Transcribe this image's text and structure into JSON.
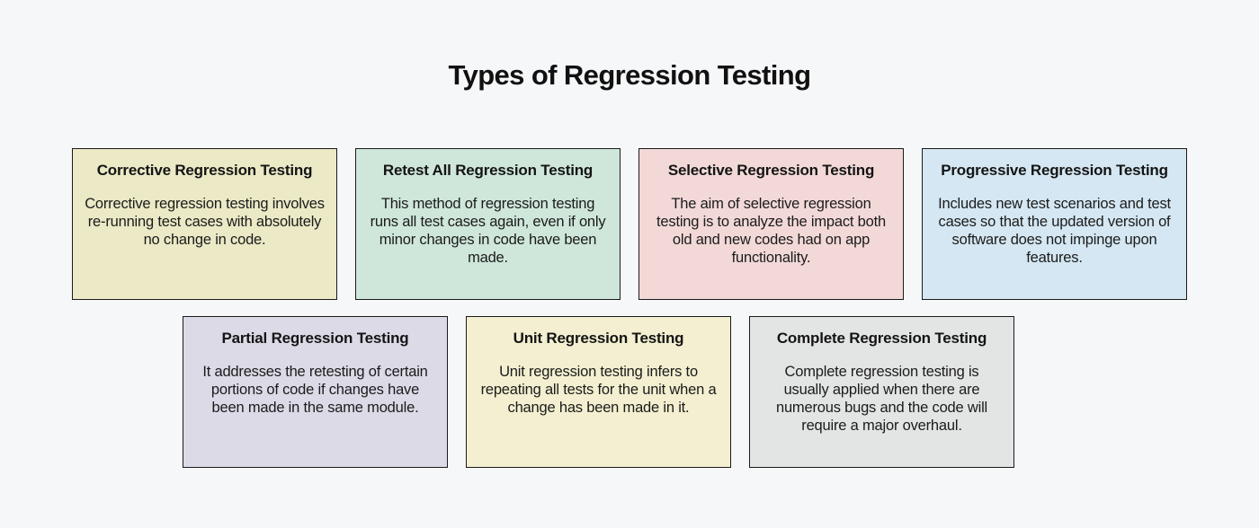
{
  "page": {
    "title": "Types of Regression Testing",
    "background_color": "#f6f7f9",
    "border_color": "#1a1a1a",
    "text_color": "#1b1b1b"
  },
  "cards": [
    {
      "title": "Corrective Regression Testing",
      "body": "Corrective regression testing involves re-running test cases with absolutely no change in code.",
      "bg": "#ebe9c6"
    },
    {
      "title": "Retest All Regression Testing",
      "body": "This method of regression testing runs all test cases again, even if only minor changes in code have been made.",
      "bg": "#cfe7da"
    },
    {
      "title": "Selective Regression Testing",
      "body": "The aim of selective regression testing is to analyze the impact both old and new codes had on app functionality.",
      "bg": "#f2d9d7"
    },
    {
      "title": "Progressive Regression Testing",
      "body": "Includes new test scenarios and test cases so that the updated version of software does not impinge upon features.",
      "bg": "#d4e7f2"
    },
    {
      "title": "Partial Regression Testing",
      "body": "It addresses the retesting of certain portions of code if changes have been made in the same module.",
      "bg": "#dcdae7"
    },
    {
      "title": "Unit Regression Testing",
      "body": "Unit regression testing infers to repeating all tests for the unit when a change has been made in it.",
      "bg": "#f3efd0"
    },
    {
      "title": "Complete Regression Testing",
      "body": "Complete regression testing is usually applied when there are numerous bugs and the code will require a major overhaul.",
      "bg": "#e3e5e4"
    }
  ]
}
